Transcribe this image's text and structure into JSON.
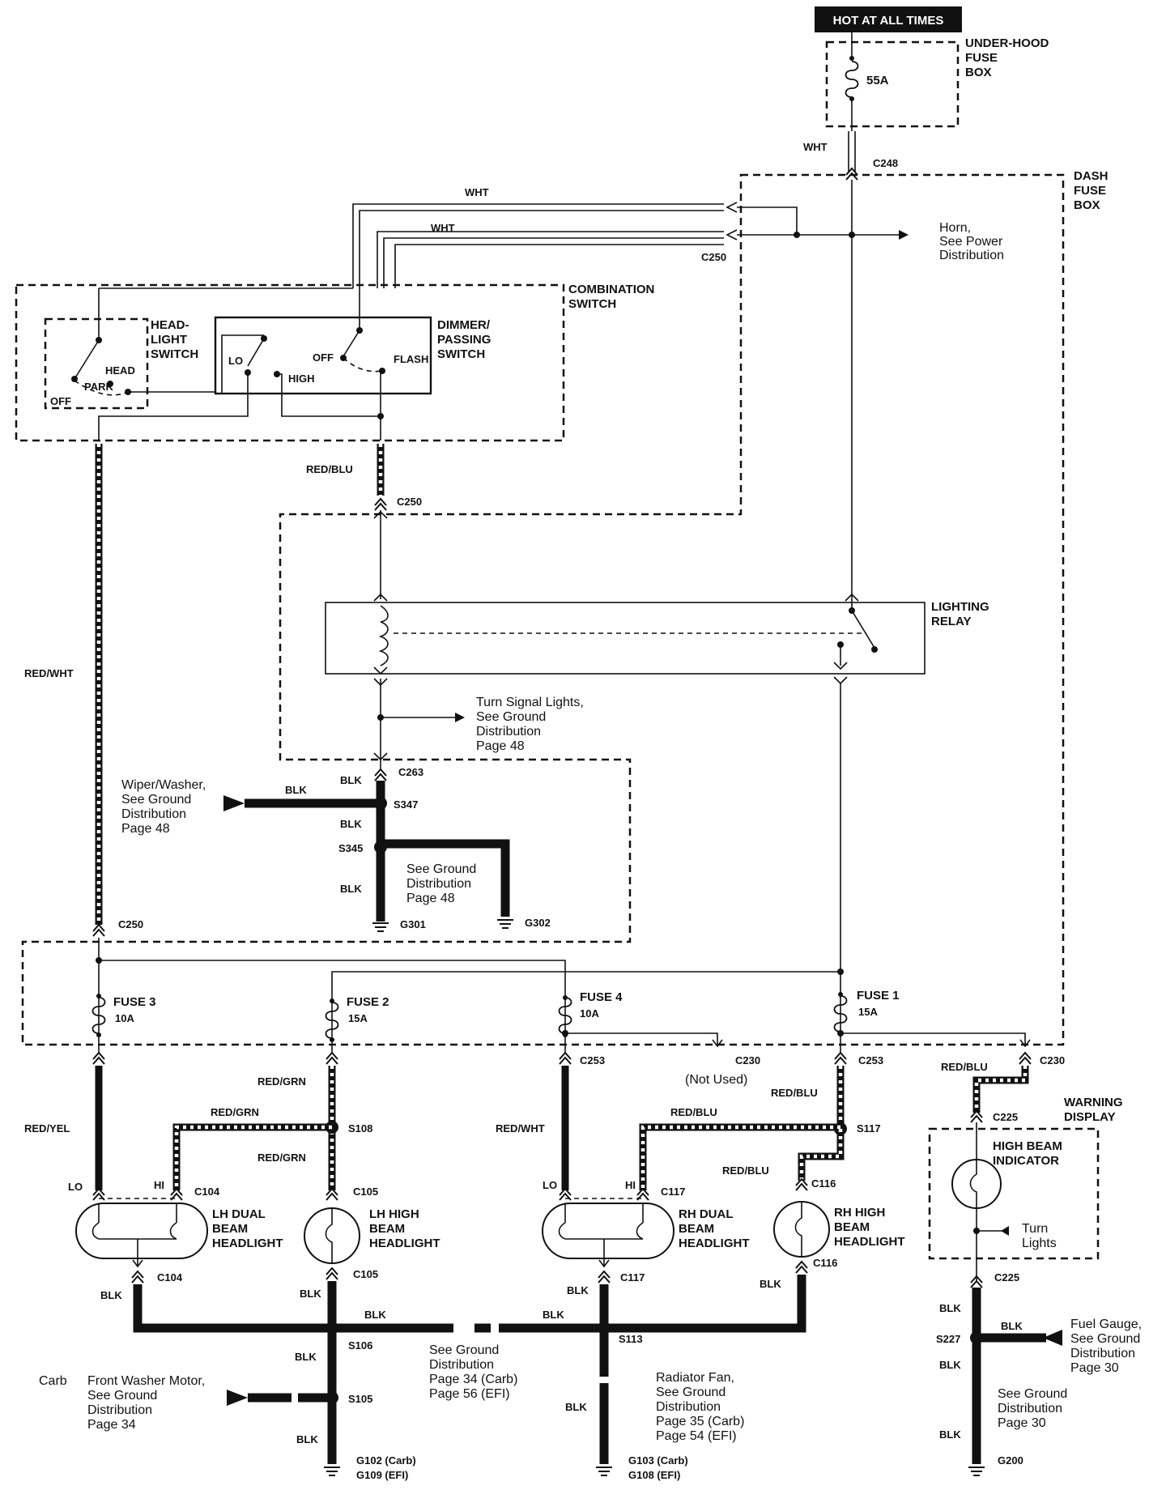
{
  "header": {
    "hot_label": "HOT AT ALL TIMES"
  },
  "boxes": {
    "underhood": "UNDER-HOOD FUSE BOX",
    "underhood_lines": [
      "UNDER-HOOD",
      "FUSE",
      "BOX"
    ],
    "dash_lines": [
      "DASH",
      "FUSE",
      "BOX"
    ],
    "combination_lines": [
      "COMBINATION",
      "SWITCH"
    ],
    "headlight_switch_lines": [
      "HEAD-",
      "LIGHT",
      "SWITCH"
    ],
    "dimmer_lines": [
      "DIMMER/",
      "PASSING",
      "SWITCH"
    ],
    "lighting_relay_lines": [
      "LIGHTING",
      "RELAY"
    ],
    "warning_display_lines": [
      "WARNING",
      "DISPLAY"
    ],
    "high_beam_indicator_lines": [
      "HIGH BEAM",
      "INDICATOR"
    ]
  },
  "fuses": {
    "main": "55A",
    "fuse1": {
      "name": "FUSE 1",
      "rating": "15A"
    },
    "fuse2": {
      "name": "FUSE 2",
      "rating": "15A"
    },
    "fuse3": {
      "name": "FUSE 3",
      "rating": "10A"
    },
    "fuse4": {
      "name": "FUSE 4",
      "rating": "10A"
    }
  },
  "switch_positions": {
    "head": "HEAD",
    "park": "PARK",
    "off": "OFF",
    "lo": "LO",
    "high": "HIGH",
    "off2": "OFF",
    "flash": "FLASH",
    "lo_lh": "LO",
    "hi_lh": "HI",
    "lo_rh": "LO",
    "hi_rh": "HI"
  },
  "wires": {
    "wht_main": "WHT",
    "wht_1": "WHT",
    "wht_2": "WHT",
    "red_blu_1": "RED/BLU",
    "red_wht_1": "RED/WHT",
    "blk_1": "BLK",
    "blk_2": "BLK",
    "blk_3": "BLK",
    "blk_4": "BLK",
    "red_grn_1": "RED/GRN",
    "red_grn_2": "RED/GRN",
    "red_grn_3": "RED/GRN",
    "red_yel": "RED/YEL",
    "red_wht_2": "RED/WHT",
    "red_blu_2": "RED/BLU",
    "red_blu_3": "RED/BLU",
    "red_blu_4": "RED/BLU",
    "red_blu_5": "RED/BLU",
    "blk_lh1": "BLK",
    "blk_lh2": "BLK",
    "blk_bus1": "BLK",
    "blk_bus2": "BLK",
    "blk_rh1": "BLK",
    "blk_rh2": "BLK",
    "blk_g1": "BLK",
    "blk_g1b": "BLK",
    "blk_g2": "BLK",
    "blk_w1": "BLK",
    "blk_w2": "BLK",
    "blk_w3": "BLK",
    "blk_w4": "BLK"
  },
  "connectors": {
    "c248": "C248",
    "c250a": "C250",
    "c250b": "C250",
    "c250c": "C250",
    "c263": "C263",
    "s347": "S347",
    "s345": "S345",
    "g301": "G301",
    "g302": "G302",
    "c253a": "C253",
    "c253b": "C253",
    "c230a": "C230",
    "c230b": "C230",
    "not_used": "(Not Used)",
    "s108": "S108",
    "s117": "S117",
    "c104a": "C104",
    "c104b": "C104",
    "c105a": "C105",
    "c105b": "C105",
    "c117a": "C117",
    "c117b": "C117",
    "c116a": "C116",
    "c116b": "C116",
    "c225a": "C225",
    "c225b": "C225",
    "s106": "S106",
    "s105": "S105",
    "s113": "S113",
    "s227": "S227",
    "g102": "G102 (Carb)",
    "g109": "G109 (EFI)",
    "g103": "G103 (Carb)",
    "g108": "G108 (EFI)",
    "g200": "G200"
  },
  "components": {
    "lh_dual": [
      "LH DUAL",
      "BEAM",
      "HEADLIGHT"
    ],
    "lh_high": [
      "LH HIGH",
      "BEAM",
      "HEADLIGHT"
    ],
    "rh_dual": [
      "RH DUAL",
      "BEAM",
      "HEADLIGHT"
    ],
    "rh_high": [
      "RH HIGH",
      "BEAM",
      "HEADLIGHT"
    ],
    "turn_lights": [
      "Turn",
      "Lights"
    ]
  },
  "notes": {
    "horn": [
      "Horn,",
      "See Power",
      "Distribution"
    ],
    "turn_signal": [
      "Turn Signal Lights,",
      "See Ground",
      "Distribution",
      "Page 48"
    ],
    "wiper": [
      "Wiper/Washer,",
      "See Ground",
      "Distribution",
      "Page 48"
    ],
    "ground48": [
      "See Ground",
      "Distribution",
      "Page 48"
    ],
    "ground_center": [
      "See Ground",
      "Distribution",
      "Page 34 (Carb)",
      "Page 56 (EFI)"
    ],
    "carb": "Carb",
    "washer": [
      "Front Washer Motor,",
      "See Ground",
      "Distribution",
      "Page 34"
    ],
    "radiator": [
      "Radiator Fan,",
      "See Ground",
      "Distribution",
      "Page 35 (Carb)",
      "Page 54 (EFI)"
    ],
    "fuel": [
      "Fuel Gauge,",
      "See Ground",
      "Distribution",
      "Page 30"
    ],
    "ground30": [
      "See Ground",
      "Distribution",
      "Page 30"
    ]
  }
}
